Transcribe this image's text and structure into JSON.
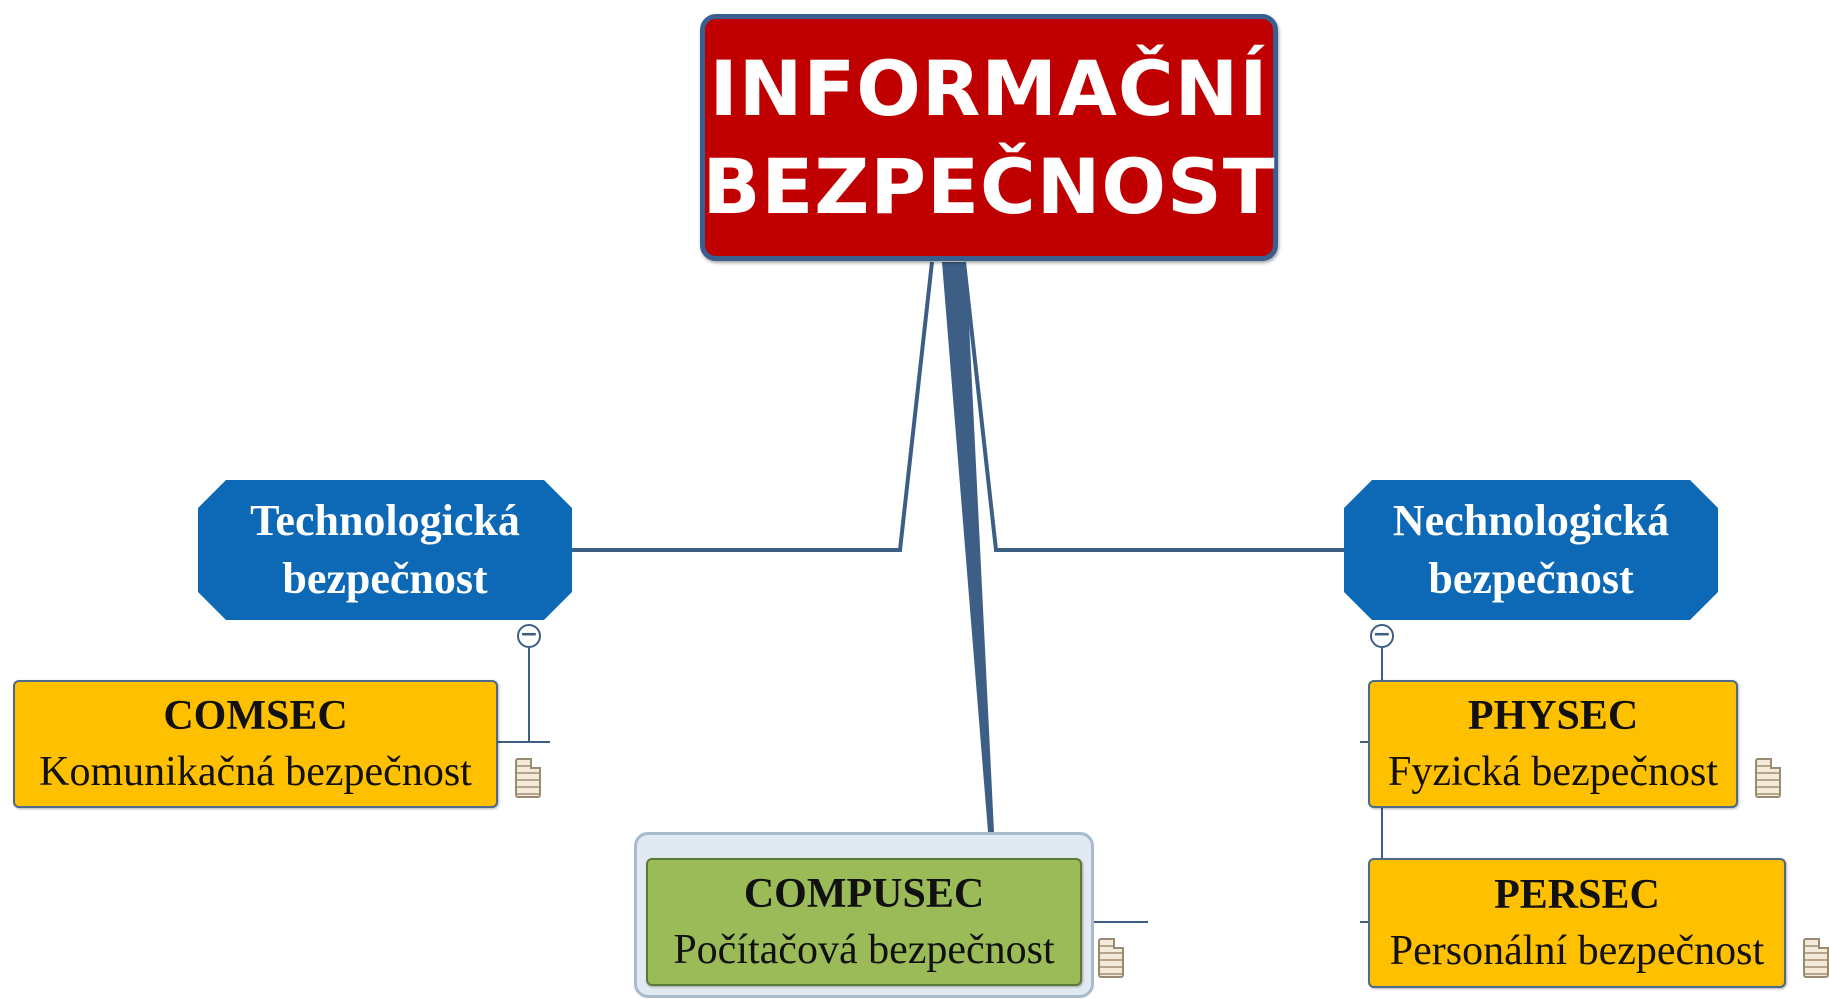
{
  "root": {
    "line1": "INFORMAČNÍ",
    "line2": "BEZPEČNOST"
  },
  "branches": {
    "technological": {
      "line1": "Technologická",
      "line2": "bezpečnost"
    },
    "nontechnological": {
      "line1": "Nechnologická",
      "line2": "bezpečnost"
    }
  },
  "topics": {
    "comsec": {
      "abbr": "COMSEC",
      "name": "Komunikačná bezpečnost"
    },
    "compusec": {
      "abbr": "COMPUSEC",
      "name": "Počítačová bezpečnost"
    },
    "physec": {
      "abbr": "PHYSEC",
      "name": "Fyzická bezpečnost"
    },
    "persec": {
      "abbr": "PERSEC",
      "name": "Personální bezpečnost"
    }
  },
  "colors": {
    "root": "#c00000",
    "branch": "#0d68b6",
    "leaf": "#ffc000",
    "selected_leaf": "#9bbb59",
    "connector": "#3d5f86"
  },
  "icons": {
    "collapse": "minus-circle-icon",
    "note": "note-icon"
  }
}
